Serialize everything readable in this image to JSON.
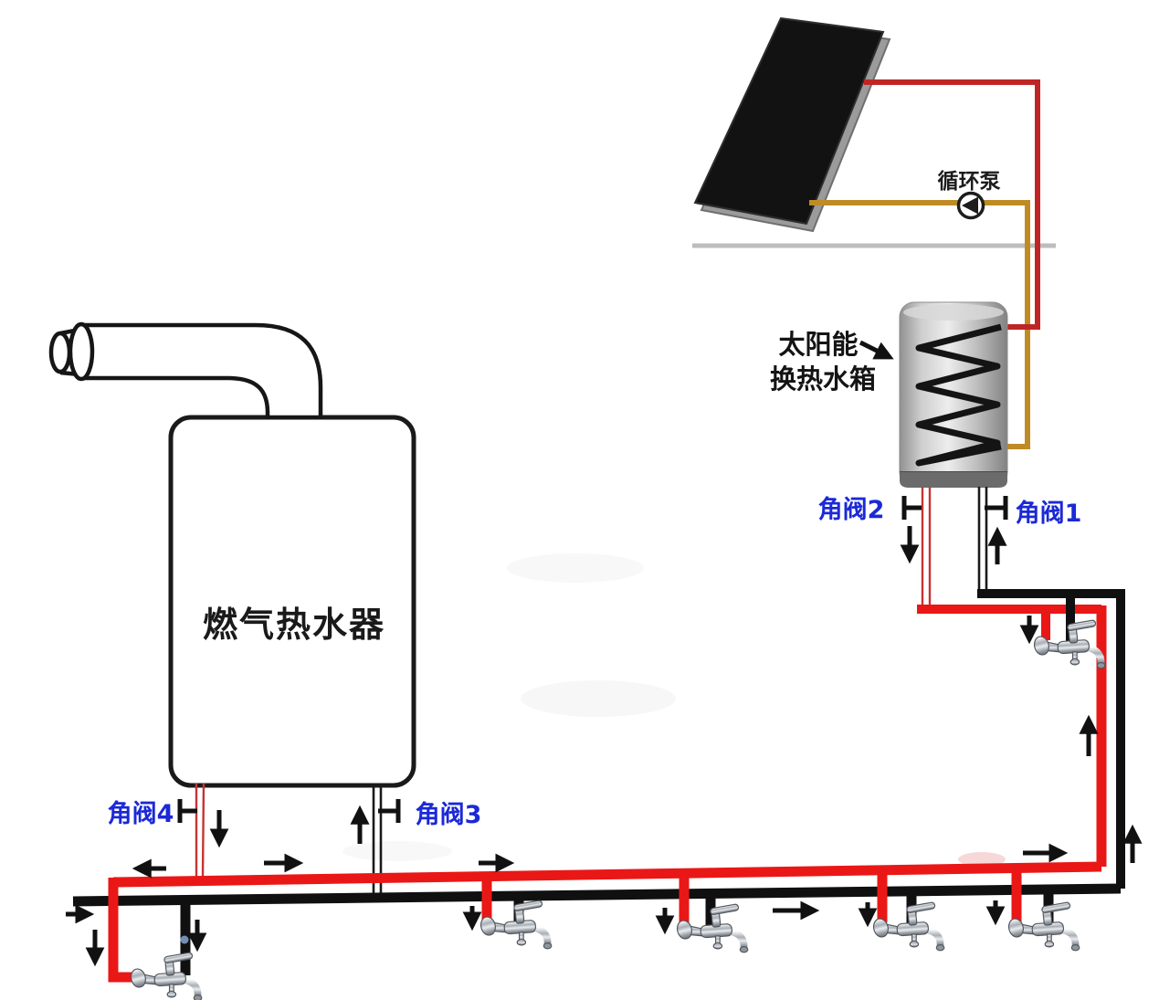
{
  "diagram": {
    "labels": {
      "pump": "循环泵",
      "tank_line1": "太阳能",
      "tank_line2": "换热水箱",
      "heater": "燃气热水器",
      "valve1": "角阀1",
      "valve2": "角阀2",
      "valve3": "角阀3",
      "valve4": "角阀4"
    },
    "colors": {
      "hot_water": "#ea1717",
      "cold_water": "#101010",
      "solar_supply": "#c02525",
      "solar_return": "#bf8b25",
      "roof_line": "#bdbdbd",
      "valve_label_blue": "#1b29d6"
    },
    "faucet_count": 6
  }
}
